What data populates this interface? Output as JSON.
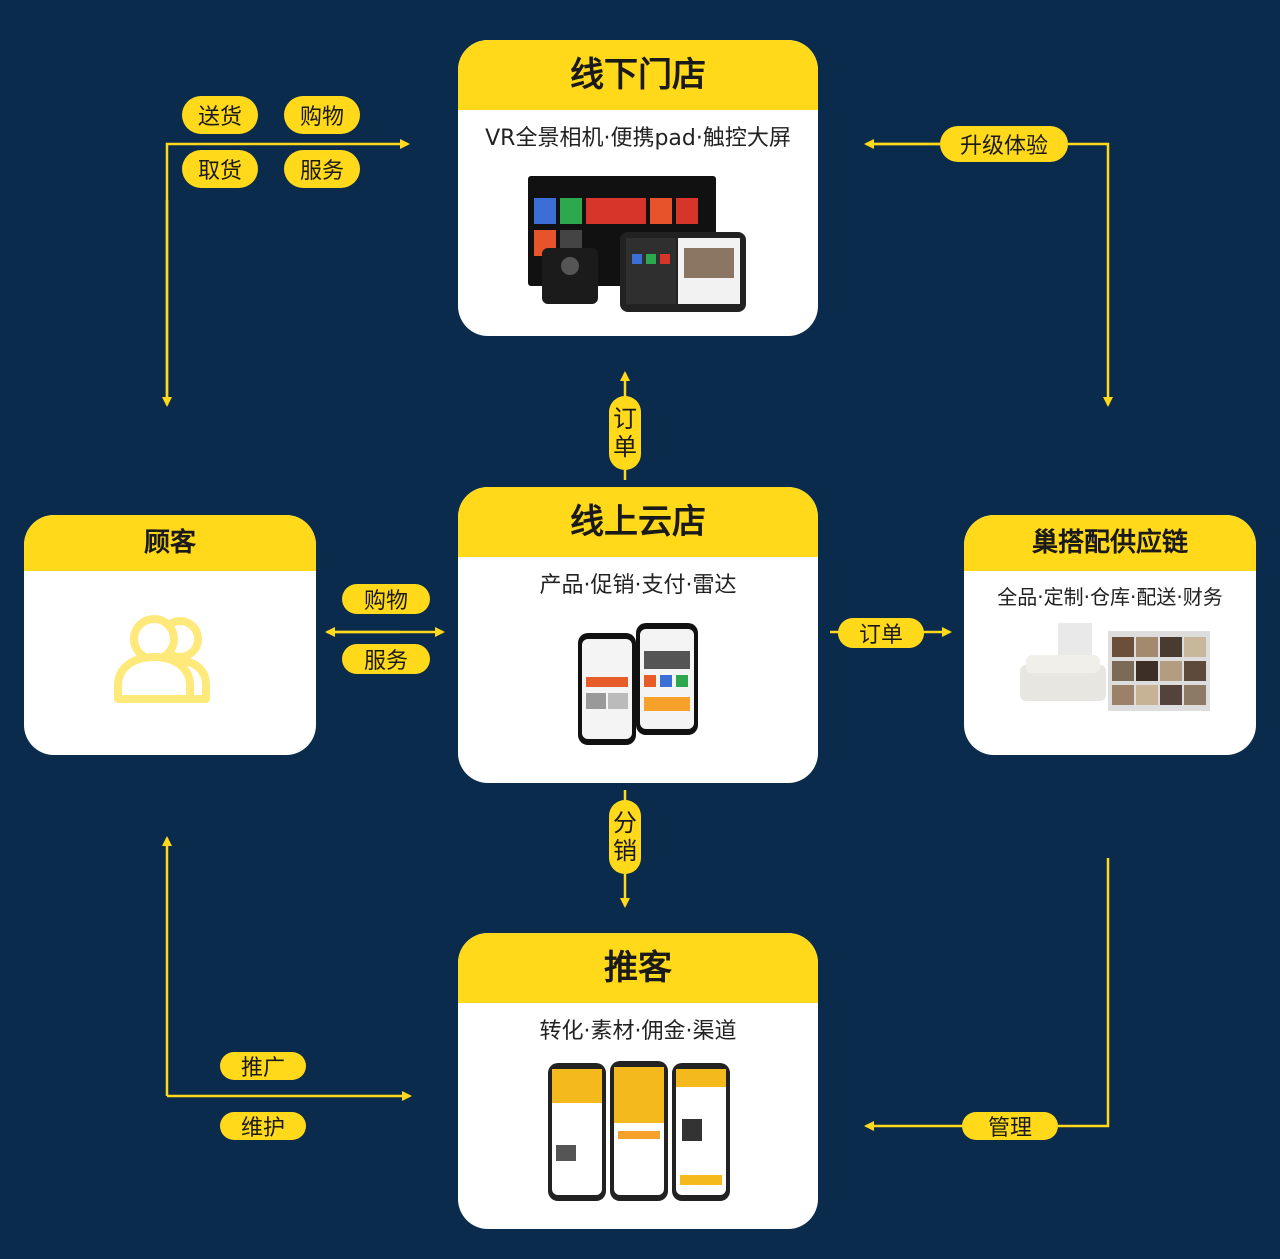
{
  "colors": {
    "background": "#0b2b4c",
    "accent": "#ffd91a",
    "card": "#ffffff"
  },
  "store": {
    "title": "线下门店",
    "subtitle": "VR全景相机·便携pad·触控大屏"
  },
  "cloud": {
    "title": "线上云店",
    "subtitle": "产品·促销·支付·雷达"
  },
  "customer": {
    "title": "顾客",
    "icon": "users-icon"
  },
  "supply": {
    "title": "巢搭配供应链",
    "subtitle": "全品·定制·仓库·配送·财务"
  },
  "promoter": {
    "title": "推客",
    "subtitle": "转化·素材·佣金·渠道"
  },
  "labels": {
    "deliver": "送货",
    "shop_top": "购物",
    "pickup": "取货",
    "service_top": "服务",
    "upgrade": "升级体验",
    "order_v": [
      "订",
      "单"
    ],
    "shop_mid": "购物",
    "service_mid": "服务",
    "order_h": "订单",
    "distribute_v": [
      "分",
      "销"
    ],
    "promote": "推广",
    "maintain": "维护",
    "manage": "管理"
  }
}
